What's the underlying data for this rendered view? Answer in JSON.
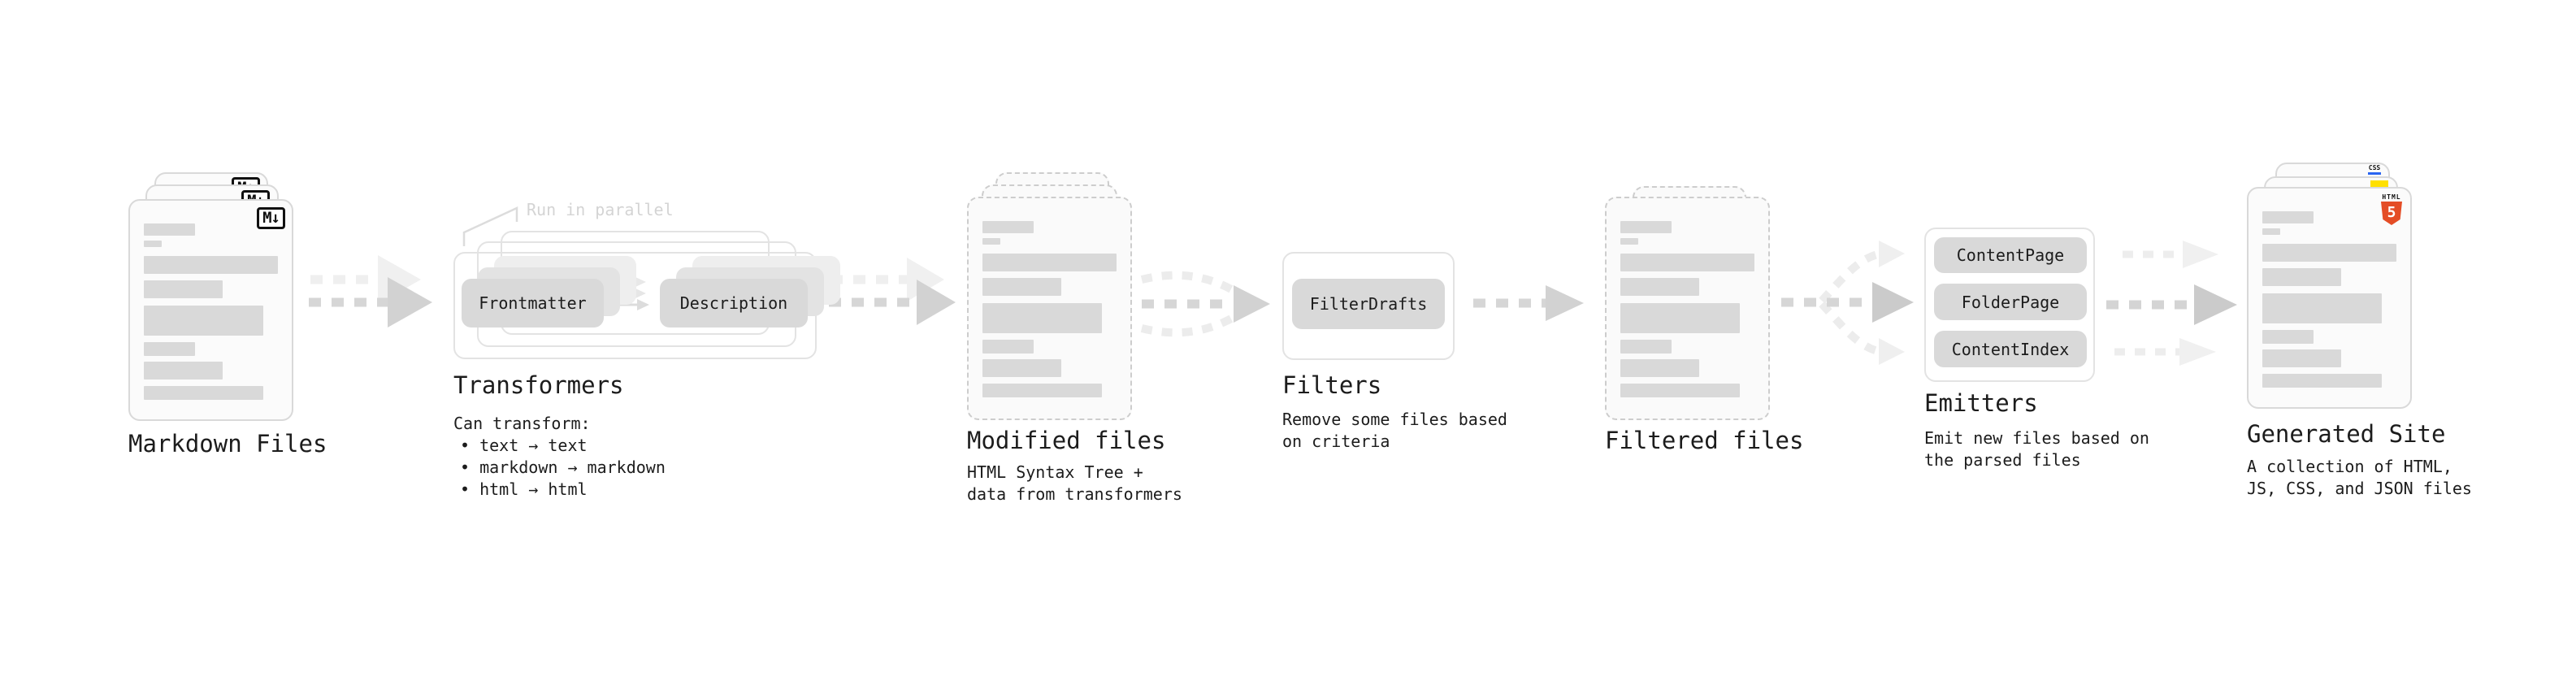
{
  "pipeline": {
    "markdown_files": {
      "label": "Markdown Files",
      "badge": "M↓"
    },
    "transformers": {
      "heading": "Transformers",
      "annotation": "Run in parallel",
      "plugins": [
        "Frontmatter",
        "Description"
      ],
      "note_title": "Can transform:",
      "bullets": [
        "• text → text",
        "• markdown → markdown",
        "• html → html"
      ]
    },
    "modified_files": {
      "heading": "Modified files",
      "note": "HTML Syntax Tree +\ndata from transformers"
    },
    "filters": {
      "heading": "Filters",
      "plugins": [
        "FilterDrafts"
      ],
      "note": "Remove some files based\non criteria"
    },
    "filtered_files": {
      "label": "Filtered files"
    },
    "emitters": {
      "heading": "Emitters",
      "plugins": [
        "ContentPage",
        "FolderPage",
        "ContentIndex"
      ],
      "note": "Emit new files based on\nthe parsed files"
    },
    "generated_site": {
      "heading": "Generated Site",
      "note": "A collection of HTML,\nJS, CSS, and JSON files",
      "badges": {
        "html_word": "HTML",
        "html_number": "5",
        "css": "CSS"
      }
    },
    "colors": {
      "html5_orange": "#e44d26",
      "js_yellow": "#ffe000",
      "css_blue": "#2965f1",
      "doc_border": "#d9d9d9",
      "skeleton_gray": "#d9d9d9",
      "arrow_gray": "#d2d2d2",
      "arrow_light": "#ededed",
      "text_dark": "#1c1c1c"
    }
  }
}
